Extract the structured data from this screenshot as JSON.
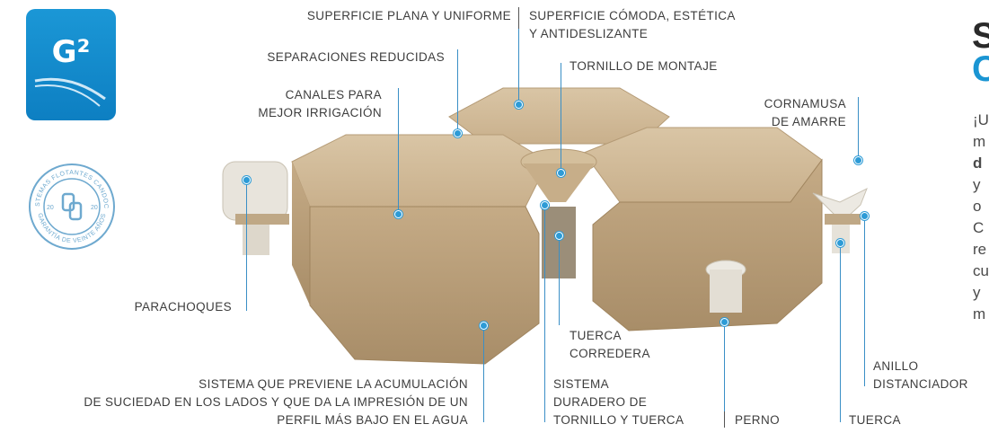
{
  "badges": {
    "g2_logo": "G²",
    "warranty_seal": {
      "top_arc": "SISTEMAS FLOTANTES CANDOCK",
      "bottom_arc": "GARANTÍA DE VEINTE AÑOS",
      "left_num": "20",
      "right_num": "20"
    }
  },
  "labels": {
    "superficie_plana": "SUPERFICIE PLANA Y UNIFORME",
    "superficie_comoda_1": "SUPERFICIE CÓMODA, ESTÉTICA",
    "superficie_comoda_2": "Y ANTIDESLIZANTE",
    "separaciones": "SEPARACIONES REDUCIDAS",
    "tornillo_montaje": "TORNILLO DE MONTAJE",
    "canales_1": "CANALES PARA",
    "canales_2": "MEJOR IRRIGACIÓN",
    "cornamusa_1": "CORNAMUSA",
    "cornamusa_2": "DE AMARRE",
    "parachoques": "PARACHOQUES",
    "tuerca_corredera_1": "TUERCA",
    "tuerca_corredera_2": "CORREDERA",
    "sistema_1": "SISTEMA QUE PREVIENE LA ACUMULACIÓN",
    "sistema_2": "DE SUCIEDAD EN LOS LADOS Y QUE DA LA IMPRESIÓN DE UN",
    "sistema_3": "PERFIL MÁS BAJO EN EL AGUA",
    "duradero_1": "SISTEMA",
    "duradero_2": "DURADERO DE",
    "duradero_3": "TORNILLO Y TUERCA",
    "perno": "PERNO",
    "tuerca": "TUERCA",
    "anillo_1": "ANILLO",
    "anillo_2": "DISTANCIADOR"
  },
  "side": {
    "title_1": "S",
    "title_2": "C",
    "lines": [
      "¡U",
      "m",
      "d",
      "y",
      "o",
      "C",
      "re",
      "cu",
      "y",
      "m"
    ]
  },
  "colors": {
    "accent": "#1a95d3",
    "leader": "#3a8fc6",
    "float": "#cdb592"
  }
}
